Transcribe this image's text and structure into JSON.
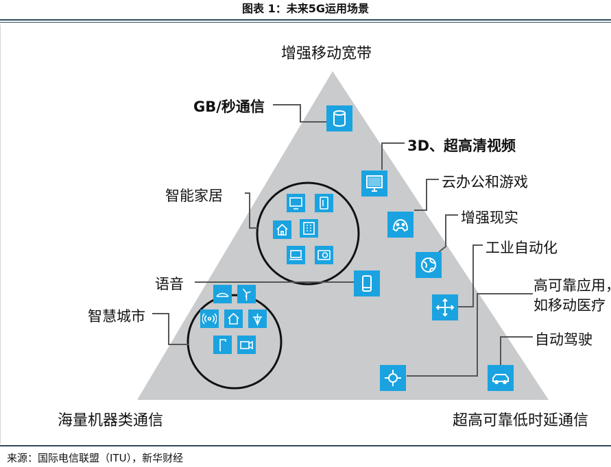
{
  "title": "图表 1：未来5G运用场景",
  "corners": {
    "top": "增强移动宽带",
    "bottom_left": "海量机器类通信",
    "bottom_right": "超高可靠低时延通信"
  },
  "labels": {
    "gbps": "GB/秒通信",
    "video3d": "3D、超高清视频",
    "cloud": "云办公和游戏",
    "ar": "增强现实",
    "smart_home": "智能家居",
    "voice": "语音",
    "industry": "工业自动化",
    "reliable_line1": "高可靠应用，",
    "reliable_line2": "如移动医疗",
    "smart_city": "智慧城市",
    "driving": "自动驾驶"
  },
  "source": "来源：国际电信联盟（ITU），新华财经",
  "colors": {
    "accent": "#1aa3e0",
    "triangle": "#c9cbcd",
    "rule": "#2f4a59"
  }
}
